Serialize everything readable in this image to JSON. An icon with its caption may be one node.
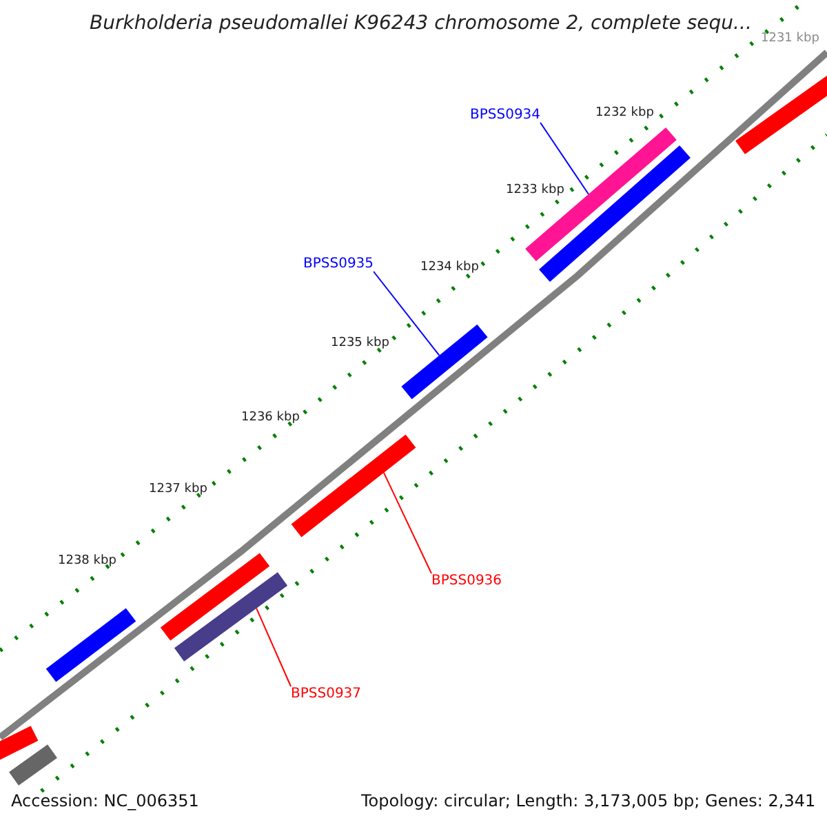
{
  "diagram": {
    "title": "Burkholderia pseudomallei K96243 chromosome 2, complete sequ...",
    "nodes": [
      {
        "text": [],
        "shape": "bar"
      },
      {
        "text": [
          "BPSS0934"
        ]
      },
      {
        "text": [],
        "shape": "bar"
      },
      {
        "text": [],
        "shape": "bar"
      },
      {
        "text": [
          "BPSS0935"
        ]
      },
      {
        "text": [],
        "shape": "bar"
      },
      {
        "text": [
          "BPSS0936"
        ]
      },
      {
        "text": [],
        "shape": "bar"
      },
      {
        "text": [],
        "shape": "bar"
      },
      {
        "text": [],
        "shape": "bar"
      },
      {
        "text": [
          "BPSS0937"
        ]
      },
      {
        "text": [],
        "shape": "bar"
      },
      {
        "text": [],
        "shape": "bar"
      },
      {
        "text": [],
        "shape": "bar"
      }
    ],
    "edges": [
      {
        "from": 1,
        "to": 2,
        "arrow": "none",
        "color": "#0000ff"
      },
      {
        "from": 4,
        "to": 5,
        "arrow": "none",
        "color": "#0000ff"
      },
      {
        "from": 6,
        "to": 7,
        "arrow": "none",
        "color": "#ff0000"
      },
      {
        "from": 10,
        "to": 11,
        "arrow": "none",
        "color": "#ff0000"
      }
    ],
    "labels": [
      "1231 kbp",
      "1232 kbp",
      "1233 kbp",
      "1234 kbp",
      "1235 kbp",
      "1236 kbp",
      "1237 kbp",
      "1238 kbp",
      "Accession: NC_006351",
      "Topology: circular; Length: 3,173,005 bp; Genes: 2,341"
    ]
  }
}
